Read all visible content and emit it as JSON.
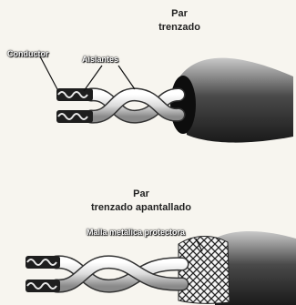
{
  "top_title": [
    "Par",
    "trenzado"
  ],
  "bottom_title": [
    "Par",
    "trenzado apantallado"
  ],
  "labels": {
    "conductor": "Conductor",
    "aislantes": "Aislantes",
    "malla": "Malla metálica protectora"
  }
}
